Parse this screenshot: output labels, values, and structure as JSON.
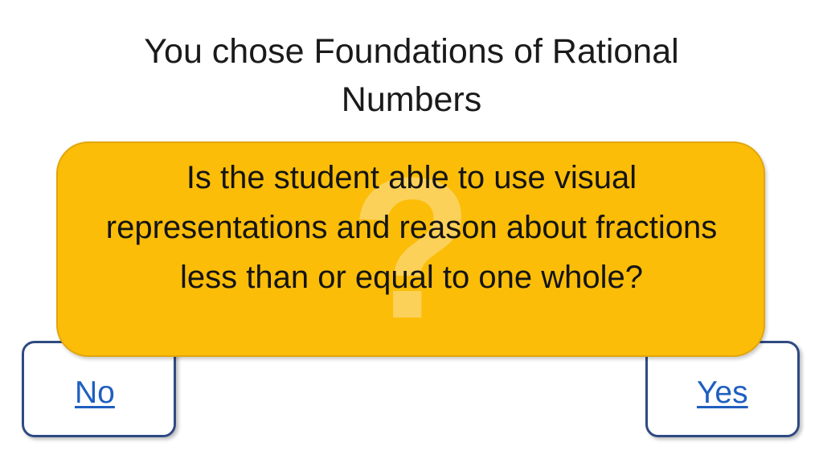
{
  "slide": {
    "title": "You chose Foundations of Rational Numbers",
    "question": "Is the student able to use visual representations and reason about fractions less than or equal to one whole?",
    "background_glyph": "?",
    "background_glyph_icon": "question-mark-icon",
    "no_label": "No",
    "yes_label": "Yes"
  },
  "colors": {
    "question_box": "#fbbd08",
    "button_border": "#2f4a82",
    "link": "#1f5fbf"
  }
}
